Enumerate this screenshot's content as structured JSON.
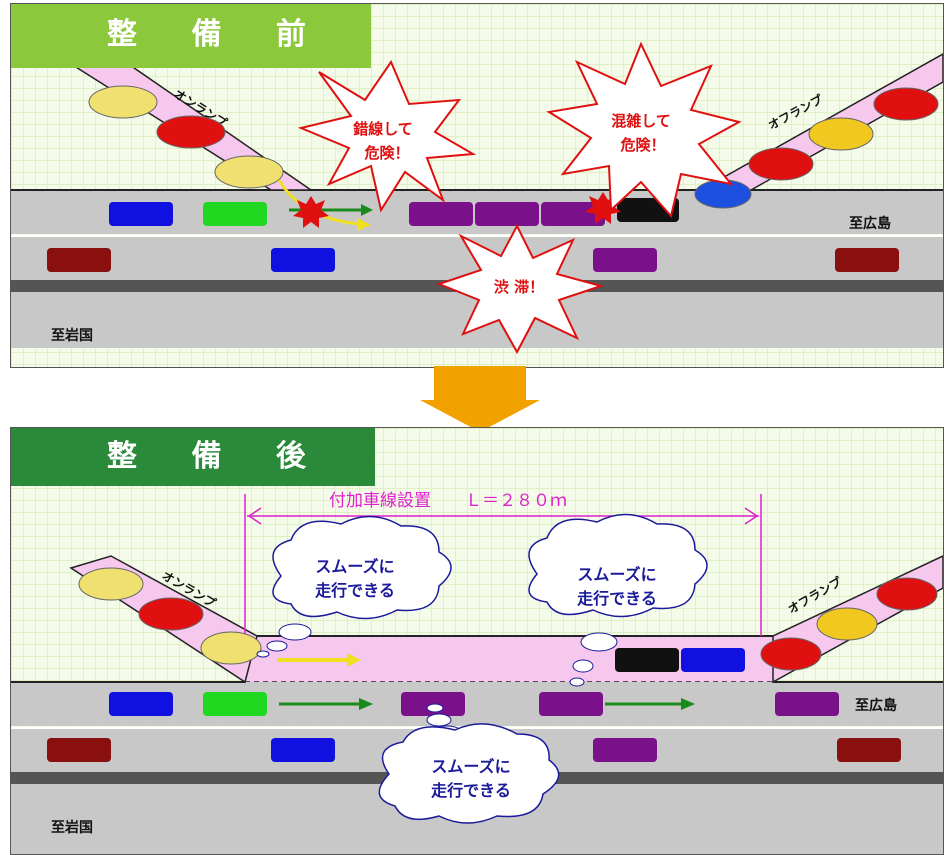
{
  "before": {
    "title": "整 備 前",
    "on_ramp": "オンランプ",
    "off_ramp": "オフランプ",
    "callouts": [
      {
        "line1": "錯線して",
        "line2": "危険！"
      },
      {
        "line1": "混雑して",
        "line2": "危険！"
      },
      {
        "line1": "渋 滞！",
        "line2": ""
      }
    ],
    "to_hiroshima": "至広島",
    "to_iwakuni": "至岩国"
  },
  "after": {
    "title": "整 備 後",
    "dimension": "付加車線設置　　Ｌ＝２８０ｍ",
    "on_ramp": "オンランプ",
    "off_ramp": "オフランプ",
    "clouds": [
      {
        "line1": "スムーズに",
        "line2": "走行できる"
      },
      {
        "line1": "スムーズに",
        "line2": "走行できる"
      },
      {
        "line1": "スムーズに",
        "line2": "走行できる"
      }
    ],
    "to_hiroshima": "至広島",
    "to_iwakuni": "至岩国"
  },
  "colors": {
    "before_header": "#8cc83c",
    "after_header": "#2a8a3a",
    "road": "#c8c8c8",
    "median": "#555555",
    "ramp": "#f7c8ee",
    "burst_fill": "#ffffff",
    "burst_stroke": "#e01010",
    "callout_text": "#e01010",
    "cloud_text": "#1a1a9a",
    "dimension": "#e020d0",
    "arrow_down": "#f2a200"
  }
}
